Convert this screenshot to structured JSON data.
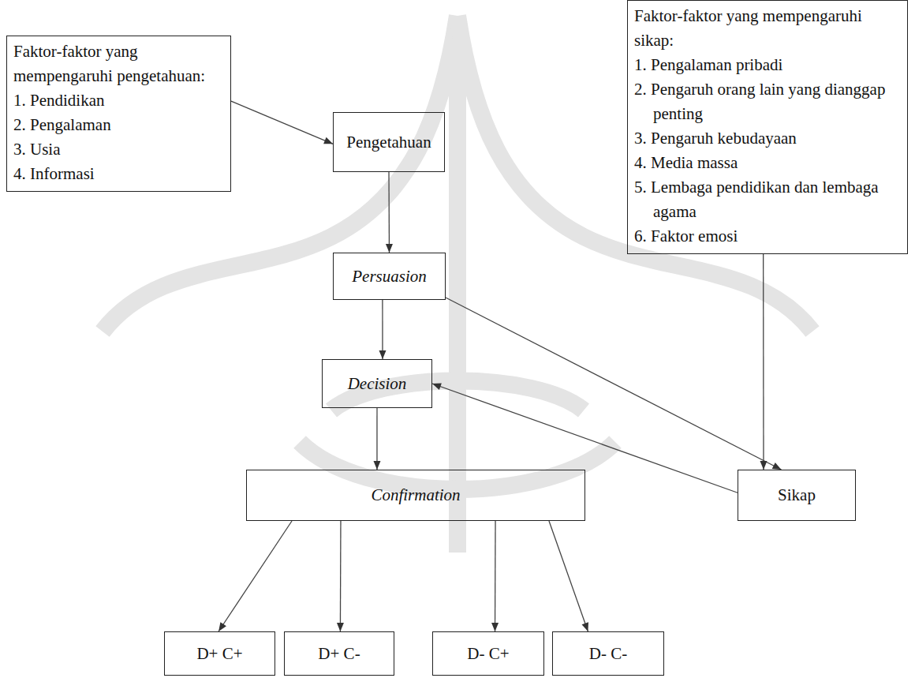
{
  "diagram": {
    "nodes": [
      {
        "text": [
          "Faktor-faktor yang mempengaruhi pengetahuan:",
          "1. Pendidikan",
          "2. Pengalaman",
          "3. Usia",
          "4. Informasi"
        ]
      },
      {
        "text": [
          "Pengetahuan"
        ]
      },
      {
        "text": [
          "Persuasion"
        ]
      },
      {
        "text": [
          "Decision"
        ]
      },
      {
        "text": [
          "Confirmation"
        ]
      },
      {
        "text": [
          "Faktor-faktor yang mempengaruhi sikap:",
          "1. Pengalaman pribadi",
          "2. Pengaruh orang lain yang dianggap penting",
          "3. Pengaruh kebudayaan",
          "4. Media massa",
          "5. Lembaga pendidikan dan lembaga agama",
          "6. Faktor emosi"
        ]
      },
      {
        "text": [
          "Sikap"
        ]
      },
      {
        "text": [
          "D+ C+"
        ]
      },
      {
        "text": [
          "D+ C-"
        ]
      },
      {
        "text": [
          "D- C+"
        ]
      },
      {
        "text": [
          "D- C-"
        ]
      }
    ],
    "edges": [
      {
        "from": 0,
        "to": 1,
        "arrow": "to"
      },
      {
        "from": 1,
        "to": 2,
        "arrow": "to"
      },
      {
        "from": 2,
        "to": 3,
        "arrow": "to"
      },
      {
        "from": 3,
        "to": 4,
        "arrow": "to"
      },
      {
        "from": 2,
        "to": 6,
        "arrow": "to"
      },
      {
        "from": 5,
        "to": 6,
        "arrow": "to"
      },
      {
        "from": 6,
        "to": 3,
        "arrow": "to"
      },
      {
        "from": 4,
        "to": 7,
        "arrow": "to"
      },
      {
        "from": 4,
        "to": 8,
        "arrow": "to"
      },
      {
        "from": 4,
        "to": 9,
        "arrow": "to"
      },
      {
        "from": 4,
        "to": 10,
        "arrow": "to"
      }
    ]
  }
}
